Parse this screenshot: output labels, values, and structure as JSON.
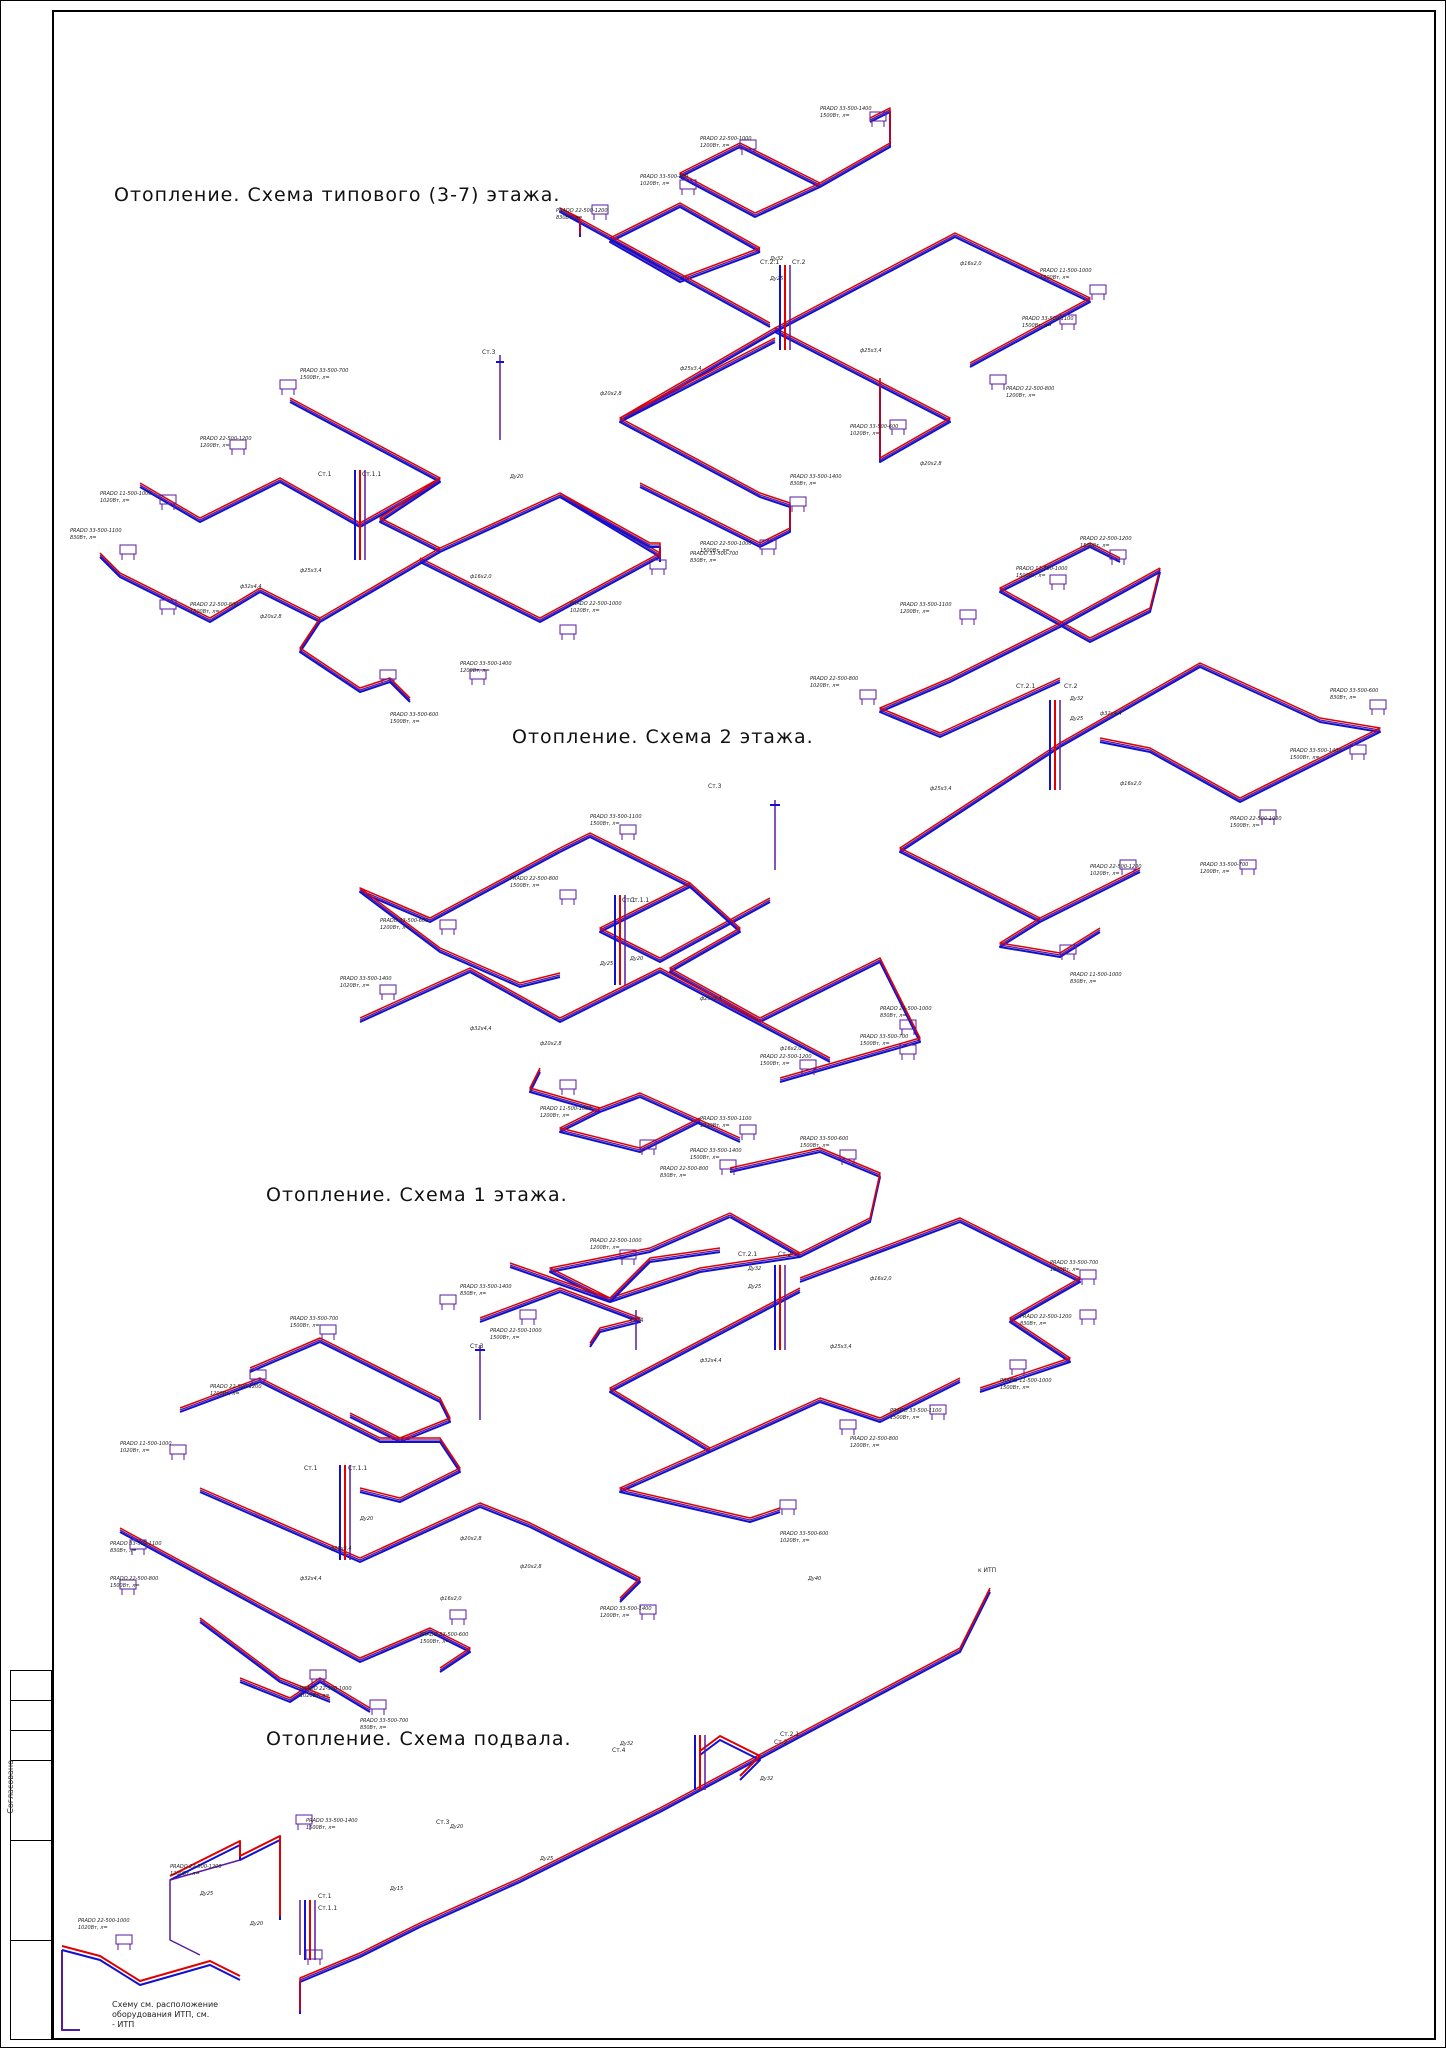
{
  "sheet": {
    "line_colors": {
      "supply": "#e00000",
      "return": "#1010d0",
      "outline": "#5a1aa0",
      "frame": "#000000"
    }
  },
  "titles": {
    "typical_floor": "Отопление. Схема типового (3-7) этажа.",
    "floor_2": "Отопление. Схема 2 этажа.",
    "floor_1": "Отопление. Схема 1 этажа.",
    "basement": "Отопление. Схема подвала."
  },
  "risers": {
    "st1_main": "Ст.1",
    "st2_1": "Ст.2.1",
    "st2": "Ст.2",
    "st3": "Ст.3",
    "st11": "Ст.1.1",
    "st4": "Ст.4"
  },
  "radiator_labels": [
    "PRADO 33-500-1400",
    "PRADO 22-500-1000",
    "PRADO 33-500-700",
    "PRADO 22-500-1200",
    "PRADO 11-500-1000",
    "PRADO 33-500-1100",
    "PRADO 22-500-800",
    "PRADO 33-500-600"
  ],
  "power_labels": [
    "1500Вт, л=",
    "1200Вт, л=",
    "1020Вт, л=",
    "830Вт, л=",
    "1500Вт, л="
  ],
  "pipe_labels": [
    "ф20x2,8",
    "ф25x3,4",
    "ф16x2,0",
    "ф32x4,4",
    "Ду32",
    "Ду25",
    "Ду20",
    "Ду15",
    "Ду40"
  ],
  "basement_notes": {
    "station_note": "Схему см. расположение\nоборудования ИТП, см.\n- ИТП",
    "to_itp": "к ИТП"
  },
  "stamp": {
    "label": "Согласовано"
  }
}
